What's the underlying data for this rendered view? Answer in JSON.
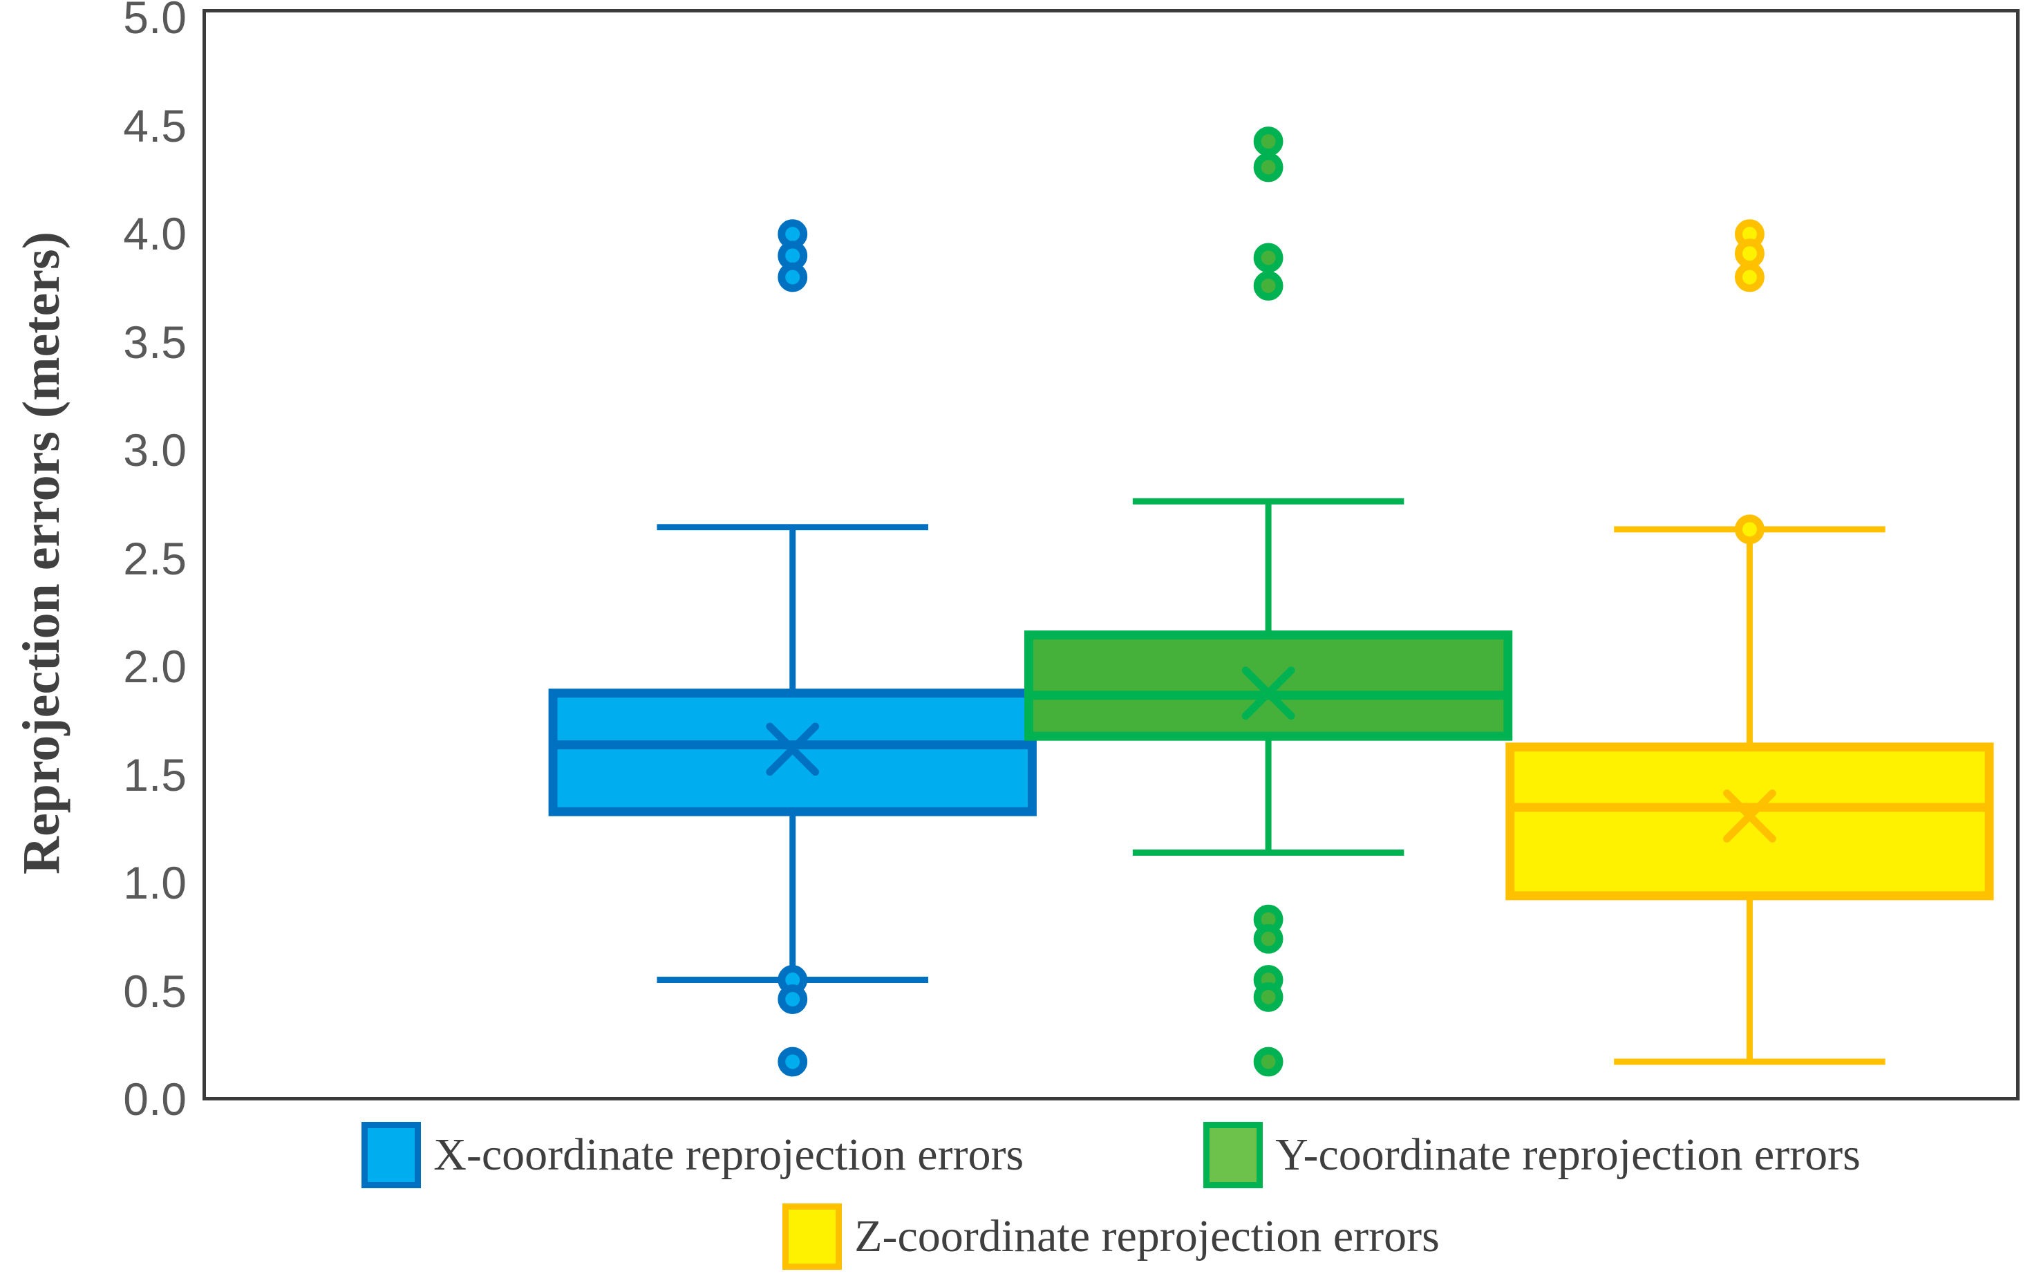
{
  "chart_data": {
    "type": "box",
    "title": "",
    "xlabel": "",
    "ylabel": "Reprojection errors (meters)",
    "ylim": [
      0.0,
      5.0
    ],
    "ytick_values": [
      0.0,
      0.5,
      1.0,
      1.5,
      2.0,
      2.5,
      3.0,
      3.5,
      4.0,
      4.5,
      5.0
    ],
    "ytick_labels": [
      "0.0",
      "0.5",
      "1.0",
      "1.5",
      "2.0",
      "2.5",
      "3.0",
      "3.5",
      "4.0",
      "4.5",
      "5.0"
    ],
    "grid": false,
    "legend_position": "bottom",
    "series": [
      {
        "name": "X-coordinate reprojection errors",
        "fill": "#00AEEF",
        "stroke": "#0070C0",
        "whisker_low": 0.55,
        "q1": 1.33,
        "median": 1.64,
        "mean": 1.62,
        "q3": 1.88,
        "whisker_high": 2.65,
        "outliers": [
          4.01,
          3.91,
          3.81,
          0.55,
          0.46,
          0.17
        ]
      },
      {
        "name": "Y-coordinate reprojection errors",
        "fill": "#45B03A",
        "stroke": "#00B251",
        "whisker_low": 1.14,
        "q1": 1.68,
        "median": 1.87,
        "mean": 1.88,
        "q3": 2.15,
        "whisker_high": 2.77,
        "outliers": [
          4.44,
          4.32,
          3.9,
          3.77,
          0.83,
          0.74,
          0.55,
          0.47,
          0.17
        ]
      },
      {
        "name": "Z-coordinate reprojection errors",
        "fill": "#FFF200",
        "stroke": "#FFC000",
        "whisker_low": 0.17,
        "q1": 0.94,
        "median": 1.35,
        "mean": 1.31,
        "q3": 1.63,
        "whisker_high": 2.64,
        "outliers": [
          4.01,
          3.92,
          3.81,
          2.64
        ]
      }
    ]
  },
  "axis": {
    "title": "Reprojection errors (meters)"
  },
  "legend": {
    "rows": [
      [
        {
          "label": "X-coordinate reprojection errors",
          "fill": "#00AEEF",
          "stroke": "#0070C0"
        },
        {
          "label": "Y-coordinate reprojection errors",
          "fill": "#6CC24A",
          "stroke": "#00B251"
        }
      ],
      [
        {
          "label": "Z-coordinate reprojection errors",
          "fill": "#FFF200",
          "stroke": "#FFC000"
        }
      ]
    ]
  }
}
